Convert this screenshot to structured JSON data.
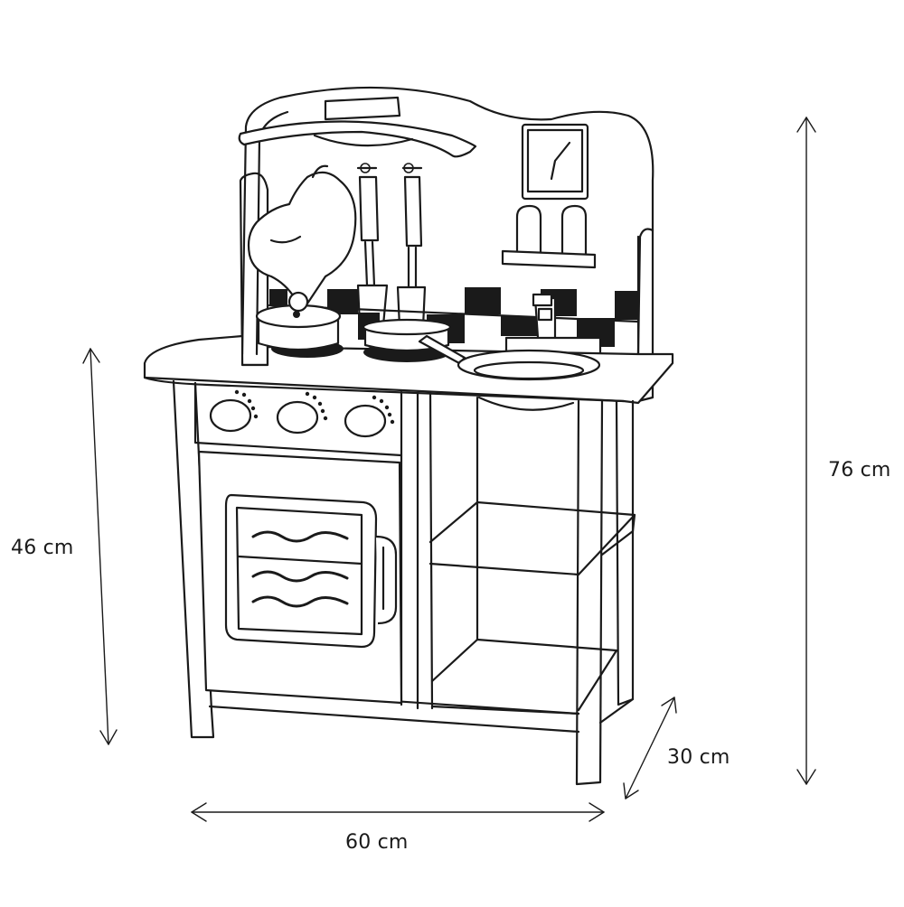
{
  "dimensions": {
    "total_height": "76 cm",
    "counter_height": "46 cm",
    "width": "60 cm",
    "depth": "30 cm"
  },
  "colors": {
    "line": "#1a1a1a",
    "background": "#ffffff"
  }
}
